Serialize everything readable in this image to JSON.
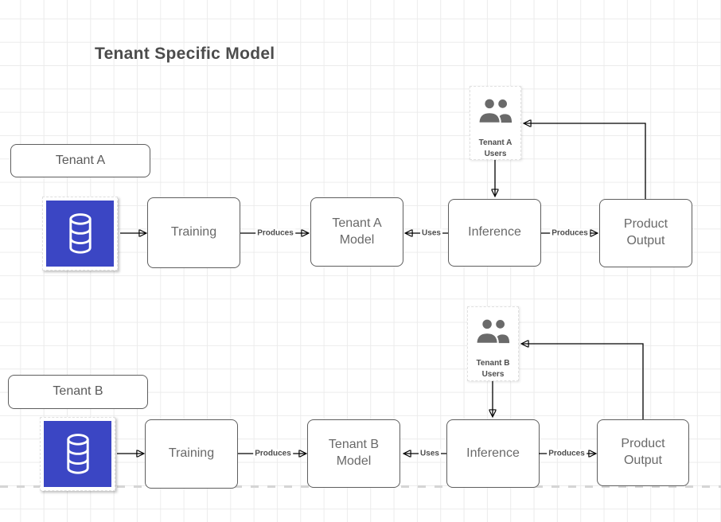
{
  "canvas": {
    "title": "Tenant Specific Model",
    "grid_color": "#ececec",
    "page_break_color": "#d5d5d5"
  },
  "colors": {
    "database_blue": "#3b46c4",
    "node_border": "#5e5e5e",
    "node_text": "#696969",
    "edge_label_text": "#4d4d4d",
    "users_icon_gray": "#6a6a6a",
    "connector": "#000000"
  },
  "icons": {
    "database": "database-icon",
    "users": "users-icon"
  },
  "edges": {
    "produces": "Produces",
    "uses": "Uses"
  },
  "tenant_a": {
    "group_label": "Tenant A",
    "training": "Training",
    "model": "Tenant A\nModel",
    "inference": "Inference",
    "product_output": "Product\nOutput",
    "users": "Tenant A\nUsers"
  },
  "tenant_b": {
    "group_label": "Tenant B",
    "training": "Training",
    "model": "Tenant B\nModel",
    "inference": "Inference",
    "product_output": "Product\nOutput",
    "users": "Tenant B\nUsers"
  }
}
